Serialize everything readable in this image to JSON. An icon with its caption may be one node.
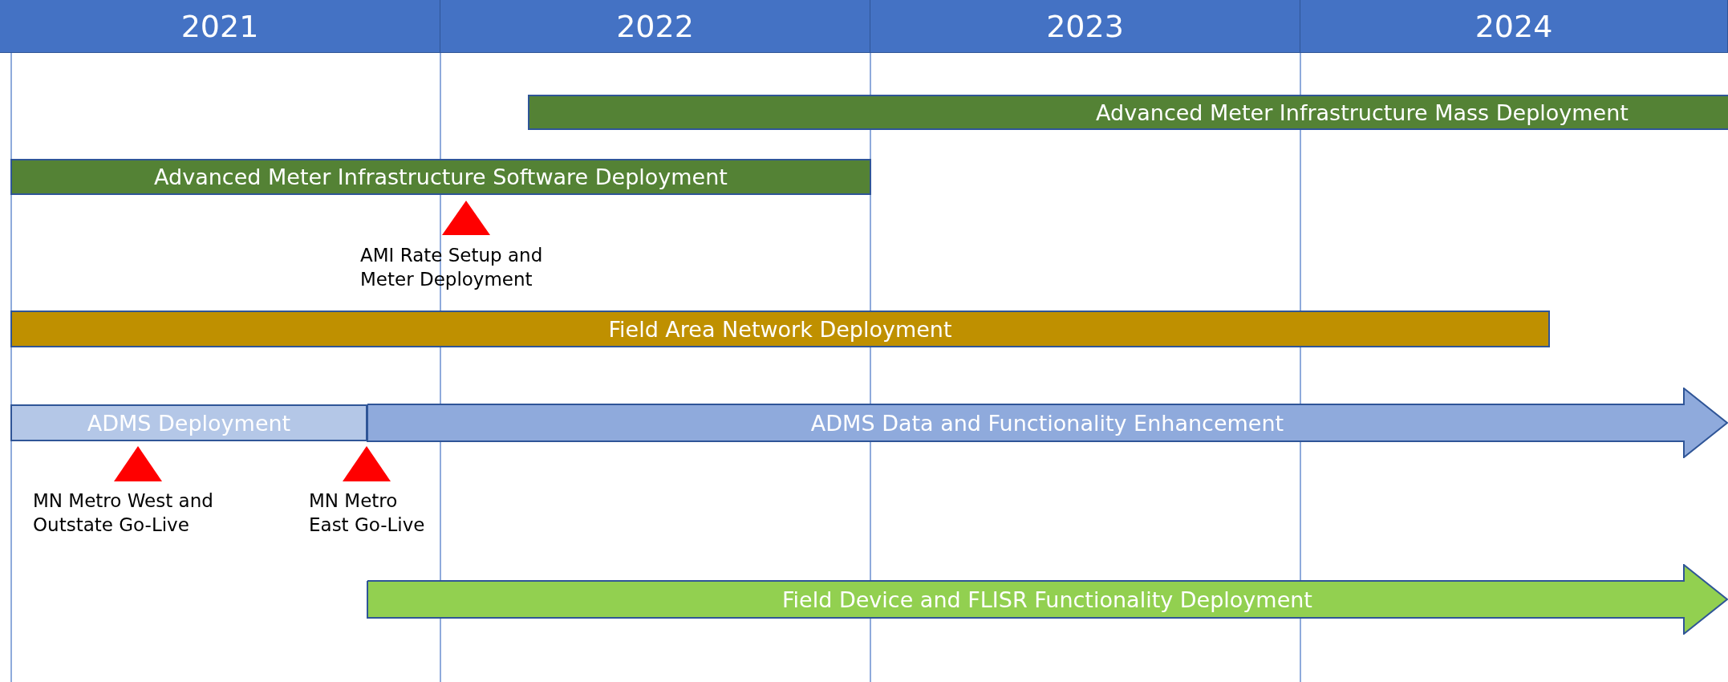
{
  "diagram": {
    "nodes": [
      {
        "text": [
          "2021"
        ]
      },
      {
        "text": [
          "2022"
        ]
      },
      {
        "text": [
          "2023"
        ]
      },
      {
        "text": [
          "2024"
        ]
      },
      {
        "text": [
          "Advanced Meter Infrastructure Mass Deployment"
        ]
      },
      {
        "text": [
          "Advanced Meter Infrastructure Software Deployment"
        ]
      },
      {
        "text": [],
        "shape": "triangle",
        "beside": [
          "AMI Rate Setup and Meter Deployment"
        ]
      },
      {
        "text": [
          "Field Area Network Deployment"
        ]
      },
      {
        "text": [
          "ADMS Deployment"
        ]
      },
      {
        "text": [
          "ADMS Data and Functionality Enhancement"
        ]
      },
      {
        "text": [],
        "shape": "triangle",
        "beside": [
          "MN Metro West and Outstate Go-Live"
        ]
      },
      {
        "text": [],
        "shape": "triangle",
        "beside": [
          "MN Metro East Go-Live"
        ]
      },
      {
        "text": [
          "Field Device and FLISR Functionality Deployment"
        ]
      }
    ]
  }
}
